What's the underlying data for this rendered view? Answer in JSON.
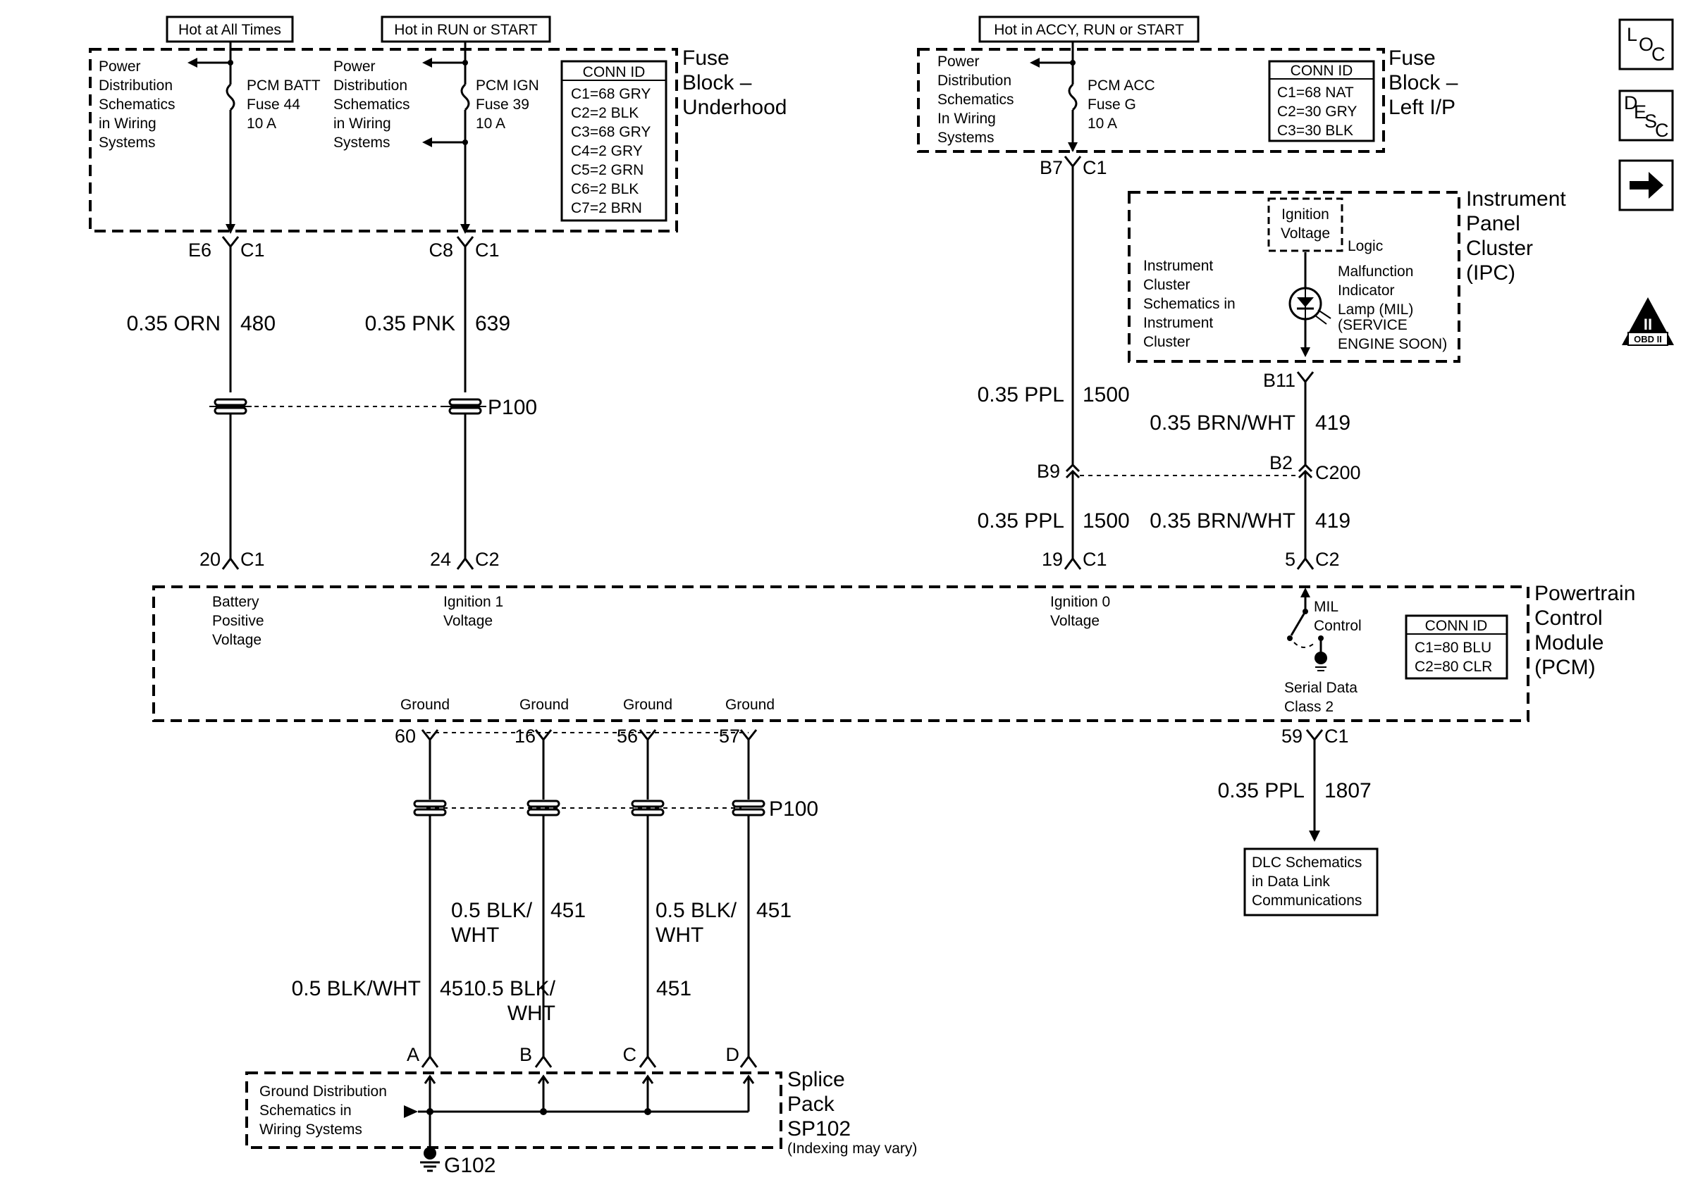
{
  "headers": {
    "hot_at_all_times": "Hot at All Times",
    "hot_run_start": "Hot in RUN or START",
    "hot_accy_run_start": "Hot in ACCY, RUN or START"
  },
  "fuse_block_underhood": {
    "title": [
      "Fuse",
      "Block –",
      "Underhood"
    ],
    "power_dist_1": [
      "Power",
      "Distribution",
      "Schematics",
      "in Wiring",
      "Systems"
    ],
    "power_dist_2": [
      "Power",
      "Distribution",
      "Schematics",
      "in Wiring",
      "Systems"
    ],
    "fuse_batt": [
      "PCM BATT",
      "Fuse 44",
      "10 A"
    ],
    "fuse_ign": [
      "PCM IGN",
      "Fuse 39",
      "10 A"
    ],
    "conn_id": {
      "title": "CONN ID",
      "rows": [
        "C1=68 GRY",
        "C2=2 BLK",
        "C3=68 GRY",
        "C4=2 GRY",
        "C5=2 GRN",
        "C6=2 BLK",
        "C7=2 BRN"
      ]
    }
  },
  "fuse_block_left_ip": {
    "title": [
      "Fuse",
      "Block –",
      "Left I/P"
    ],
    "power_dist": [
      "Power",
      "Distribution",
      "Schematics",
      "In Wiring",
      "Systems"
    ],
    "fuse_acc": [
      "PCM ACC",
      "Fuse G",
      "10 A"
    ],
    "conn_id": {
      "title": "CONN ID",
      "rows": [
        "C1=68 NAT",
        "C2=30 GRY",
        "C3=30 BLK"
      ]
    }
  },
  "ipc": {
    "title": [
      "Instrument",
      "Panel",
      "Cluster",
      "(IPC)"
    ],
    "schematics_ref": [
      "Instrument",
      "Cluster",
      "Schematics in",
      "Instrument",
      "Cluster"
    ],
    "ignition_voltage": [
      "Ignition",
      "Voltage"
    ],
    "logic": "Logic",
    "mil": [
      "Malfunction",
      "Indicator",
      "Lamp (MIL)",
      "(SERVICE",
      "ENGINE SOON)"
    ]
  },
  "pcm": {
    "title": [
      "Powertrain",
      "Control",
      "Module",
      "(PCM)"
    ],
    "battery_positive": [
      "Battery",
      "Positive",
      "Voltage"
    ],
    "ignition_1": [
      "Ignition 1",
      "Voltage"
    ],
    "ignition_0": [
      "Ignition 0",
      "Voltage"
    ],
    "mil_control": [
      "MIL",
      "Control"
    ],
    "serial_data": [
      "Serial Data",
      "Class 2"
    ],
    "ground": "Ground",
    "conn_id": {
      "title": "CONN ID",
      "rows": [
        "C1=80 BLU",
        "C2=80 CLR"
      ]
    }
  },
  "connectors": {
    "e6": "E6",
    "c8": "C8",
    "b7": "B7",
    "b11": "B11",
    "b9": "B9",
    "b2": "B2",
    "c1": "C1",
    "c2": "C2",
    "c200": "C200",
    "p100": "P100",
    "pin20": "20",
    "pin24": "24",
    "pin19": "19",
    "pin5": "5",
    "pin60": "60",
    "pin16": "16",
    "pin56": "56",
    "pin57": "57",
    "pin59": "59",
    "a": "A",
    "b": "B",
    "c": "C",
    "d": "D"
  },
  "wires": {
    "orn": "0.35 ORN",
    "c480": "480",
    "pnk": "0.35 PNK",
    "c639": "639",
    "ppl": "0.35 PPL",
    "c1500": "1500",
    "brnwht": "0.35 BRN/WHT",
    "c419": "419",
    "c1807": "1807",
    "blkwht_full": "0.5 BLK/WHT",
    "blk_split": [
      "0.5 BLK/",
      "WHT"
    ],
    "c451": "451"
  },
  "dlc": [
    "DLC Schematics",
    "in Data Link",
    "Communications"
  ],
  "splice": {
    "title": [
      "Splice",
      "Pack",
      "SP102"
    ],
    "note": "(Indexing may vary)",
    "ground_ref": [
      "Ground Distribution",
      "Schematics in",
      "Wiring Systems"
    ]
  },
  "ground_g102": "G102",
  "nav": {
    "loc": [
      "L",
      "O",
      "C"
    ],
    "desc": [
      "D",
      "E",
      "S",
      "C"
    ],
    "obd_numeral": "II",
    "obd_text": "OBD II"
  },
  "icons": [
    "fuse-icon",
    "connector-icon",
    "inline-connector-icon",
    "ground-icon",
    "lamp-icon",
    "switch-icon",
    "arrow-right-icon",
    "obd-ii-icon"
  ]
}
